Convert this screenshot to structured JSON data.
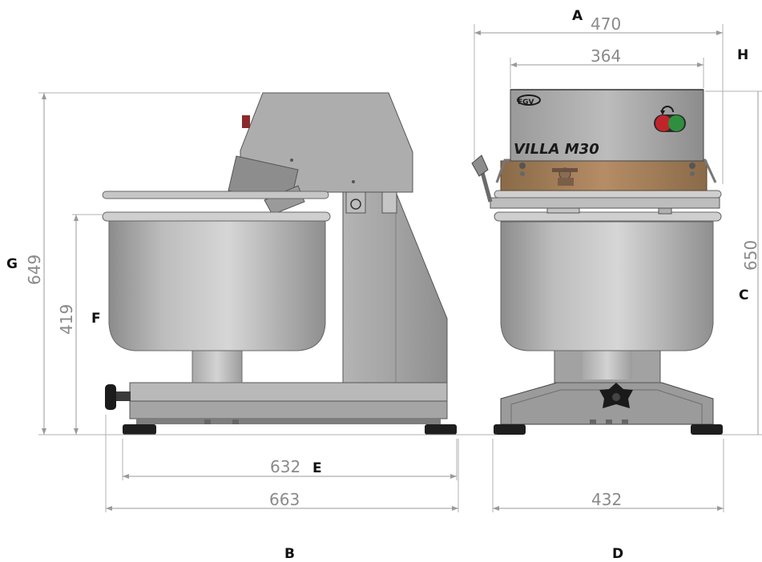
{
  "dimensions": {
    "width_overall": "470",
    "width_head": "364",
    "height_front": "650",
    "width_base_front": "432",
    "length_feet": "632",
    "length_overall": "663",
    "height_bowl": "419",
    "height_side": "649"
  },
  "labels": {
    "a": "A",
    "b": "B",
    "c": "C",
    "d": "D",
    "e": "E",
    "f": "F",
    "g": "G",
    "h": "H"
  },
  "machine": {
    "model_text": "VILLA M30",
    "logo_text": "FGV"
  },
  "colors": {
    "steel_light": "#d0d0d0",
    "steel_mid": "#a9a9a9",
    "steel_dark": "#6e6e6e",
    "guard_bronze": "#a07a55",
    "button_red": "#c0242a",
    "button_green": "#2f8f3f",
    "dimension_gray": "#8a8a8a"
  }
}
